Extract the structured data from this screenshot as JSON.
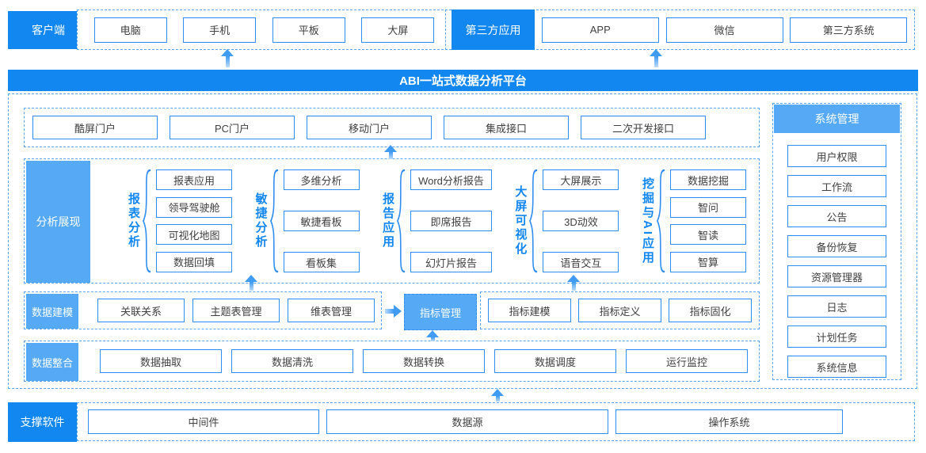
{
  "banner": {
    "title": "ABI一站式数据分析平台"
  },
  "colors": {
    "deep_blue": "#1287f0",
    "light_blue": "#55a9f5",
    "box_border": "#2e8def",
    "dash_border": "#57a5f3",
    "text": "#404040"
  },
  "top_row": {
    "client": {
      "label": "客户端",
      "items": [
        "电脑",
        "手机",
        "平板",
        "大屏"
      ]
    },
    "third_party": {
      "label": "第三方应用",
      "items": [
        "APP",
        "微信",
        "第三方系统"
      ]
    }
  },
  "portal_row": {
    "items": [
      "酷屏门户",
      "PC门户",
      "移动门户",
      "集成接口",
      "二次开发接口"
    ]
  },
  "analysis_section": {
    "label": "分析展现",
    "groups": [
      {
        "name": "报表分析",
        "items": [
          "报表应用",
          "领导驾驶舱",
          "可视化地图",
          "数据回填"
        ]
      },
      {
        "name": "敏捷分析",
        "items": [
          "多维分析",
          "敏捷看板",
          "看板集"
        ]
      },
      {
        "name": "报告应用",
        "items": [
          "Word分析报告",
          "即席报告",
          "幻灯片报告"
        ]
      },
      {
        "name": "大屏可视化",
        "items": [
          "大屏展示",
          "3D动效",
          "语音交互"
        ]
      },
      {
        "name": "挖掘与AI应用",
        "items": [
          "数据挖掘",
          "智问",
          "智读",
          "智算"
        ]
      }
    ]
  },
  "modeling_section": {
    "label": "数据建模",
    "items": [
      "关联关系",
      "主题表管理",
      "维表管理"
    ],
    "indicator_label": "指标管理",
    "indicator_items": [
      "指标建模",
      "指标定义",
      "指标固化"
    ]
  },
  "integration_section": {
    "label": "数据整合",
    "items": [
      "数据抽取",
      "数据清洗",
      "数据转换",
      "数据调度",
      "运行监控"
    ]
  },
  "system_panel": {
    "label": "系统管理",
    "items": [
      "用户权限",
      "工作流",
      "公告",
      "备份恢复",
      "资源管理器",
      "日志",
      "计划任务",
      "系统信息"
    ]
  },
  "support_section": {
    "label": "支撑软件",
    "items": [
      "中间件",
      "数据源",
      "操作系统"
    ]
  }
}
